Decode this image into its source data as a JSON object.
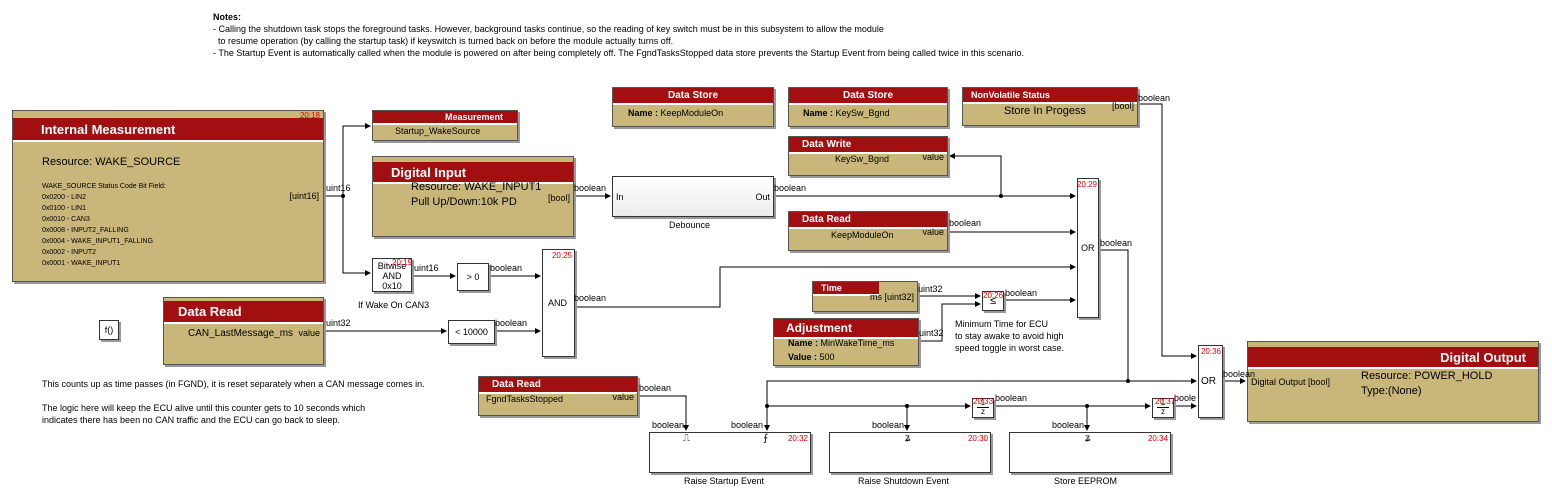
{
  "notes": {
    "title": "Notes",
    "line1": "- Calling the shutdown task stops the foreground tasks. However, background tasks continue, so the reading of key switch must be in this subsystem to allow the module",
    "line2": "to resume operation (by calling the startup task) if keyswitch is turned back on before the module actually turns off.",
    "line3": "- The Startup Event is automatically called when the module is powered on after being completely off. The FgndTasksStopped data store prevents the Startup Event from being called twice in this scenario."
  },
  "internal_measurement": {
    "title": "Internal Measurement",
    "timestamp": "20:18",
    "resource": "Resource: WAKE_SOURCE",
    "bitfield_title": "WAKE_SOURCE Status Code Bit Field:",
    "codes": [
      "0x0200 - LIN2",
      "0x0100 - LIN1",
      "0x0010 - CAN3",
      "0x0008 - INPUT2_FALLING",
      "0x0004 - WAKE_INPUT1_FALLING",
      "0x0002 - INPUT2",
      "0x0001 - WAKE_INPUT1"
    ],
    "port": "[uint16]"
  },
  "measurement": {
    "title": "Measurement",
    "name": "Startup_WakeSource"
  },
  "digital_input": {
    "title": "Digital Input",
    "resource": "Resource: WAKE_INPUT1",
    "pull": "Pull Up/Down:10k PD",
    "port": "[bool]"
  },
  "debounce": {
    "label": "Debounce",
    "in": "In",
    "out": "Out"
  },
  "ds_keepmodule": {
    "title": "Data Store",
    "name_label": "Name :",
    "name": "KeepModuleOn"
  },
  "ds_keysw": {
    "title": "Data Store",
    "name_label": "Name :",
    "name": "KeySw_Bgnd"
  },
  "nv_status": {
    "title": "NonVolatile Status",
    "value": "Store In Progess",
    "port": "[bool]"
  },
  "data_write": {
    "title": "Data Write",
    "name": "KeySw_Bgnd",
    "port": "value"
  },
  "data_read_keep": {
    "title": "Data Read",
    "name": "KeepModuleOn",
    "port": "value"
  },
  "bitwise": {
    "line1": "Bitwise",
    "line2": "AND",
    "line3": "0x10",
    "timestamp": "20:19",
    "caption": "If Wake On CAN3"
  },
  "gt0": {
    "label": "> 0"
  },
  "and_block": {
    "label": "AND",
    "timestamp": "20:25"
  },
  "or1": {
    "label": "OR",
    "timestamp": "20:29"
  },
  "or2": {
    "label": "OR",
    "timestamp": "20:36"
  },
  "time_block": {
    "title": "Time",
    "value": "ms [uint32]"
  },
  "le_block": {
    "label": "≤",
    "timestamp": "20:26"
  },
  "adjustment": {
    "title": "Adjustment",
    "name_label": "Name :",
    "name": "MinWakeTime_ms",
    "value_label": "Value :",
    "value": "500"
  },
  "min_time_note": {
    "line1": "Minimum Time for ECU",
    "line2": "to stay awake to avoid high",
    "line3": "speed toggle in worst case."
  },
  "fcn": {
    "label": "f()"
  },
  "data_read_can": {
    "title": "Data Read",
    "name": "CAN_LastMessage_ms",
    "port": "value"
  },
  "lt10000": {
    "label": "< 10000"
  },
  "can_note": {
    "line1": "This counts up as time passes (in FGND), it is reset separately when a CAN message comes in.",
    "line2": "The logic here will keep the ECU alive until this counter gets to 10 seconds which",
    "line3": "indicates there has been no CAN traffic and the ECU can go back to sleep."
  },
  "data_read_fgnd": {
    "title": "Data Read",
    "name": "FgndTasksStopped",
    "port": "value"
  },
  "raise_startup": {
    "caption": "Raise Startup Event",
    "timestamp": "20:32"
  },
  "raise_shutdown": {
    "caption": "Raise Shutdown Event",
    "timestamp": "20:30"
  },
  "store_eeprom": {
    "caption": "Store EEPROM",
    "timestamp": "20:34"
  },
  "delay1": {
    "num": "1",
    "den": "z",
    "timestamp": "20:33"
  },
  "delay2": {
    "num": "1",
    "den": "z",
    "timestamp": "20:37"
  },
  "digital_output": {
    "title": "Digital Output",
    "resource": "Resource: POWER_HOLD",
    "type": "Type:(None)",
    "port": "Digital Output [bool]"
  },
  "signals": {
    "uint16": "uint16",
    "uint32": "uint32",
    "boolean": "boolean",
    "boole": "boole"
  }
}
